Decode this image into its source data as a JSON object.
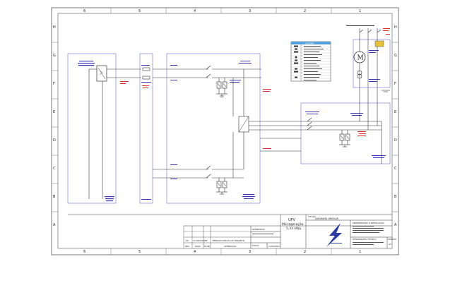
{
  "border": {
    "columns_top": [
      "6",
      "5",
      "4",
      "3",
      "2",
      "1"
    ],
    "columns_bottom": [
      "6",
      "5",
      "4",
      "3",
      "2",
      "1"
    ],
    "rows": [
      "H",
      "G",
      "F",
      "E",
      "D",
      "C",
      "B",
      "A"
    ]
  },
  "legend_title": "LEGENDA",
  "motor_symbol": "M",
  "title_block": {
    "title_label": "TITULO",
    "title_value": "DIAGRAMA UNIFILAR",
    "project_name": [
      "UFV",
      "Microgeração",
      "5,43 kWp"
    ],
    "owner_label": "PROPRIETÁRIO E INSTALAÇÃO",
    "revisions": [
      {
        "rev": "00",
        "date": "11/05/2021",
        "author": "EF",
        "description": "EMISSÃO INICIAL DO PROJETO"
      }
    ],
    "revision_headers": {
      "rev": "REV",
      "date": "DATA",
      "author": "ELAB",
      "description": "ALTERAÇÃO"
    },
    "designer_label": "DESENHISTA",
    "responsible_label": "RESPONSÁVEL TÉCNICO",
    "sheet_label": "FOLHA",
    "sheet_value": "01",
    "format_label": "FORMATO",
    "format_value": "A3",
    "date_value": "11/05/2021"
  }
}
